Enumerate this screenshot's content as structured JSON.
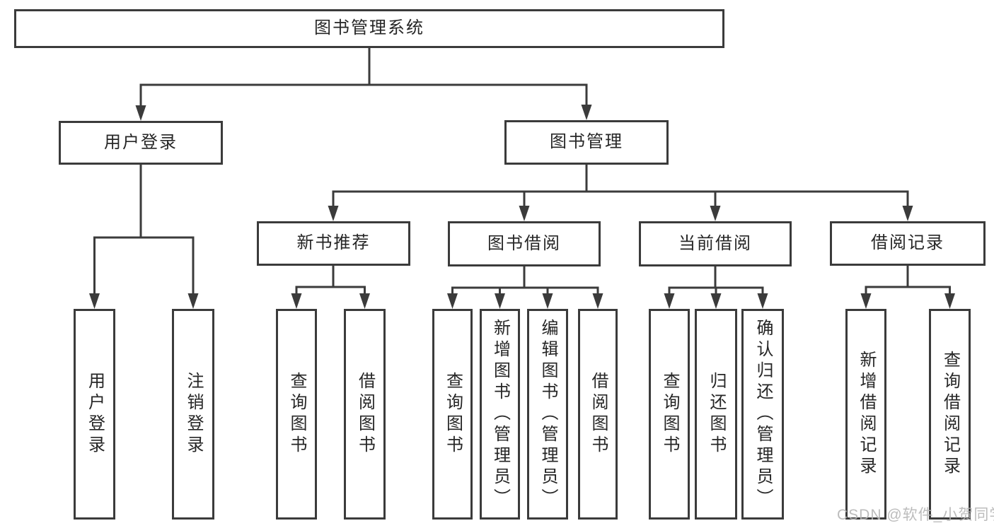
{
  "diagram": {
    "title": "图书管理系统",
    "tree": {
      "label": "图书管理系统",
      "children": [
        {
          "label": "用户登录",
          "children": [
            {
              "label": "用户登录"
            },
            {
              "label": "注销登录"
            }
          ]
        },
        {
          "label": "图书管理",
          "children": [
            {
              "label": "新书推荐",
              "children": [
                {
                  "label": "查询图书"
                },
                {
                  "label": "借阅图书"
                }
              ]
            },
            {
              "label": "图书借阅",
              "children": [
                {
                  "label": "查询图书"
                },
                {
                  "label": "新增图书（管理员）"
                },
                {
                  "label": "编辑图书（管理员）"
                },
                {
                  "label": "借阅图书"
                }
              ]
            },
            {
              "label": "当前借阅",
              "children": [
                {
                  "label": "查询图书"
                },
                {
                  "label": "归还图书"
                },
                {
                  "label": "确认归还（管理员）"
                }
              ]
            },
            {
              "label": "借阅记录",
              "children": [
                {
                  "label": "新增借阅记录"
                },
                {
                  "label": "查询借阅记录"
                }
              ]
            }
          ]
        }
      ]
    }
  },
  "watermark": {
    "text": "CSDN @软件_小贺同学"
  },
  "colors": {
    "line": "#3b3b3b",
    "text": "#262626",
    "watermark": "#b5b5b5",
    "background": "#ffffff"
  }
}
